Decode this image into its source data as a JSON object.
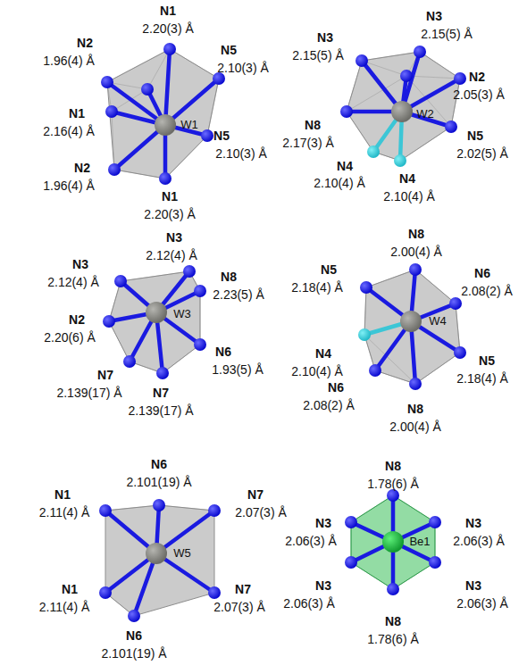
{
  "diagram": {
    "labels": [
      "N1",
      "2.20(3) Å",
      "N2",
      "1.96(4) Å",
      "N5",
      "2.10(3) Å",
      "N1",
      "2.16(4) Å",
      "W1",
      "N5",
      "2.10(3) Å",
      "N2",
      "1.96(4) Å",
      "N1",
      "2.20(3) Å",
      "N3",
      "2.15(5) Å",
      "N3",
      "2.15(5) Å",
      "N2",
      "2.05(3) Å",
      "W2",
      "N8",
      "2.17(3) Å",
      "N5",
      "2.02(5) Å",
      "N4",
      "2.10(4) Å",
      "N4",
      "2.10(4) Å",
      "N3",
      "2.12(4) Å",
      "N3",
      "2.12(4) Å",
      "N8",
      "2.23(5) Å",
      "W3",
      "N2",
      "2.20(6) Å",
      "N6",
      "1.93(5) Å",
      "N7",
      "2.139(17) Å",
      "N7",
      "2.139(17) Å",
      "N8",
      "2.00(4) Å",
      "N5",
      "2.18(4) Å",
      "N6",
      "2.08(2) Å",
      "W4",
      "N4",
      "2.10(4) Å",
      "N6",
      "2.08(2) Å",
      "N5",
      "2.18(4) Å",
      "N8",
      "2.00(4) Å",
      "N6",
      "2.101(19) Å",
      "N1",
      "2.11(4) Å",
      "N7",
      "2.07(3) Å",
      "W5",
      "N1",
      "2.11(4) Å",
      "N7",
      "2.07(3) Å",
      "N6",
      "2.101(19) Å",
      "N8",
      "1.78(6) Å",
      "N3",
      "2.06(3) Å",
      "N3",
      "2.06(3) Å",
      "Be1",
      "N3",
      "2.06(3) Å",
      "N3",
      "2.06(3) Å",
      "N8",
      "1.78(6) Å"
    ]
  }
}
